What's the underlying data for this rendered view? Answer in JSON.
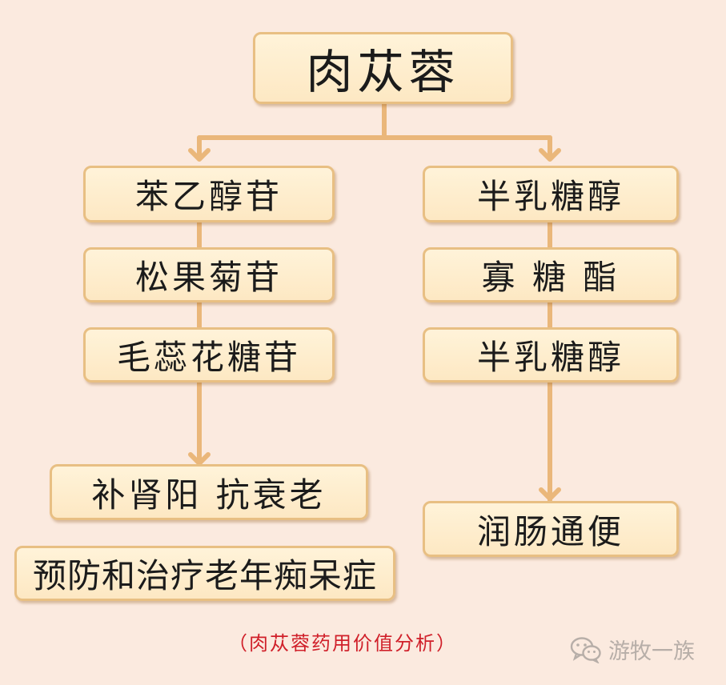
{
  "root": "肉苁蓉",
  "left_branch": {
    "compounds": [
      "苯乙醇苷",
      "松果菊苷",
      "毛蕊花糖苷"
    ],
    "effects": [
      "补肾阳 抗衰老",
      "预防和治疗老年痴呆症"
    ]
  },
  "right_branch": {
    "compounds": [
      "半乳糖醇",
      "寡 糖 酯",
      "半乳糖醇"
    ],
    "effects": [
      "润肠通便"
    ]
  },
  "caption": "（肉苁蓉药用价值分析）",
  "watermark": {
    "text": "游牧一族",
    "icon": "wechat-icon"
  },
  "colors": {
    "background": "#fbeadf",
    "box_border": "#e8bf83",
    "connector": "#eab77a",
    "caption": "#d0202a"
  }
}
